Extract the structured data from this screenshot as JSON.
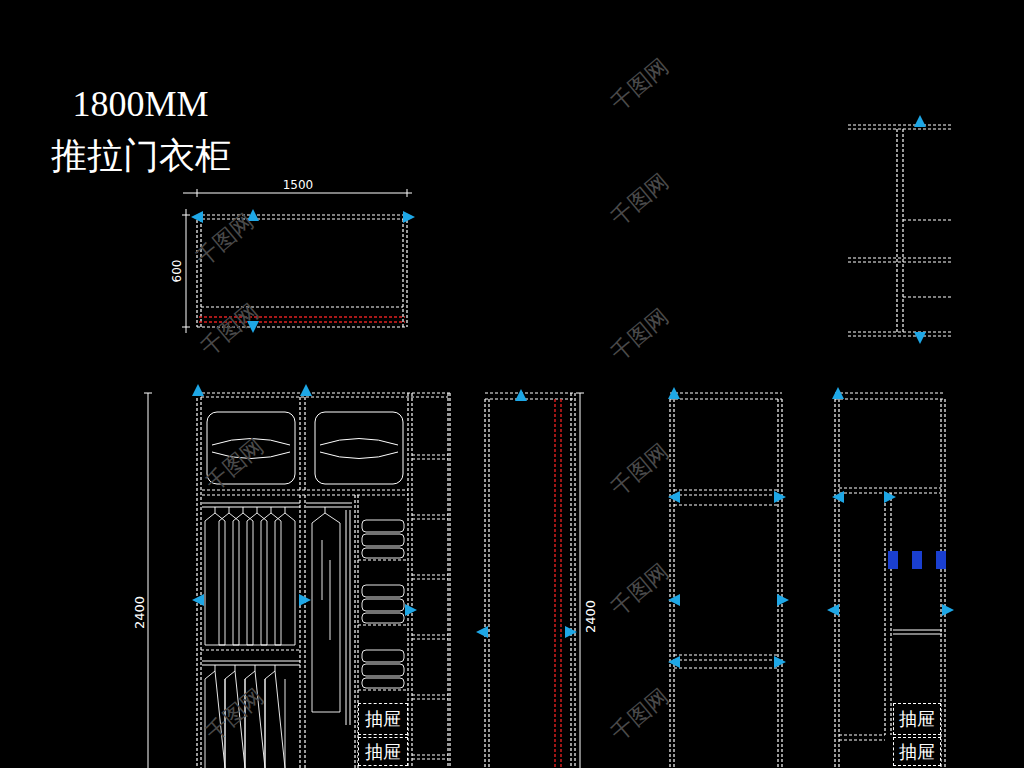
{
  "diagram": {
    "title": "1800MM 推拉门衣柜",
    "nodes": [
      {
        "text": [
          "抽屉"
        ]
      },
      {
        "text": [
          "抽屉"
        ]
      },
      {
        "text": [
          "抽屉"
        ]
      },
      {
        "text": [
          "抽屉"
        ]
      }
    ],
    "labels": [
      "1500",
      "600",
      "2400",
      "2400",
      "千图网",
      "千图网",
      "千图网",
      "千图网",
      "千图网",
      "千图网",
      "千图网",
      "千图网",
      "千图网",
      "千图网"
    ]
  }
}
